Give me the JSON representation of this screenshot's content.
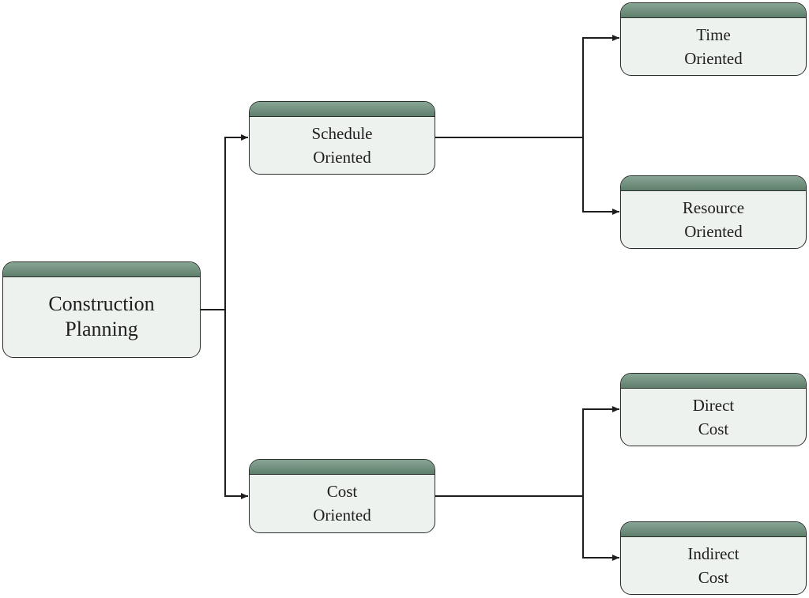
{
  "diagram": {
    "root": {
      "line1": "Construction",
      "line2": "Planning"
    },
    "schedule": {
      "line1": "Schedule",
      "line2": "Oriented"
    },
    "cost": {
      "line1": "Cost",
      "line2": "Oriented"
    },
    "time": {
      "line1": "Time",
      "line2": "Oriented"
    },
    "resource": {
      "line1": "Resource",
      "line2": "Oriented"
    },
    "direct": {
      "line1": "Direct",
      "line2": "Cost"
    },
    "indirect": {
      "line1": "Indirect",
      "line2": "Cost"
    }
  },
  "colors": {
    "band": "#6f8f7c",
    "node_fill": "#eef2ef",
    "line": "#1e1e1e"
  }
}
